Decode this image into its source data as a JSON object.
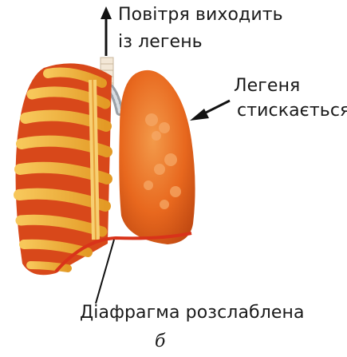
{
  "air_label": {
    "line1": "Повітря виходить",
    "line2": "із легень"
  },
  "lung_label": {
    "line1": "Легеня",
    "line2": "стискається"
  },
  "diaphragm_label": "Діафрагма розслаблена",
  "panel_letter": "б",
  "colors": {
    "lung": "#e8681e",
    "lung_dark": "#c94a12",
    "rib": "#f2b233",
    "rib_red": "#d8481a",
    "diaphragm": "#d9331a",
    "arrow": "#111111"
  },
  "icons": {
    "air_arrow": "arrow-up-icon",
    "lung_arrow": "arrow-down-left-icon"
  }
}
